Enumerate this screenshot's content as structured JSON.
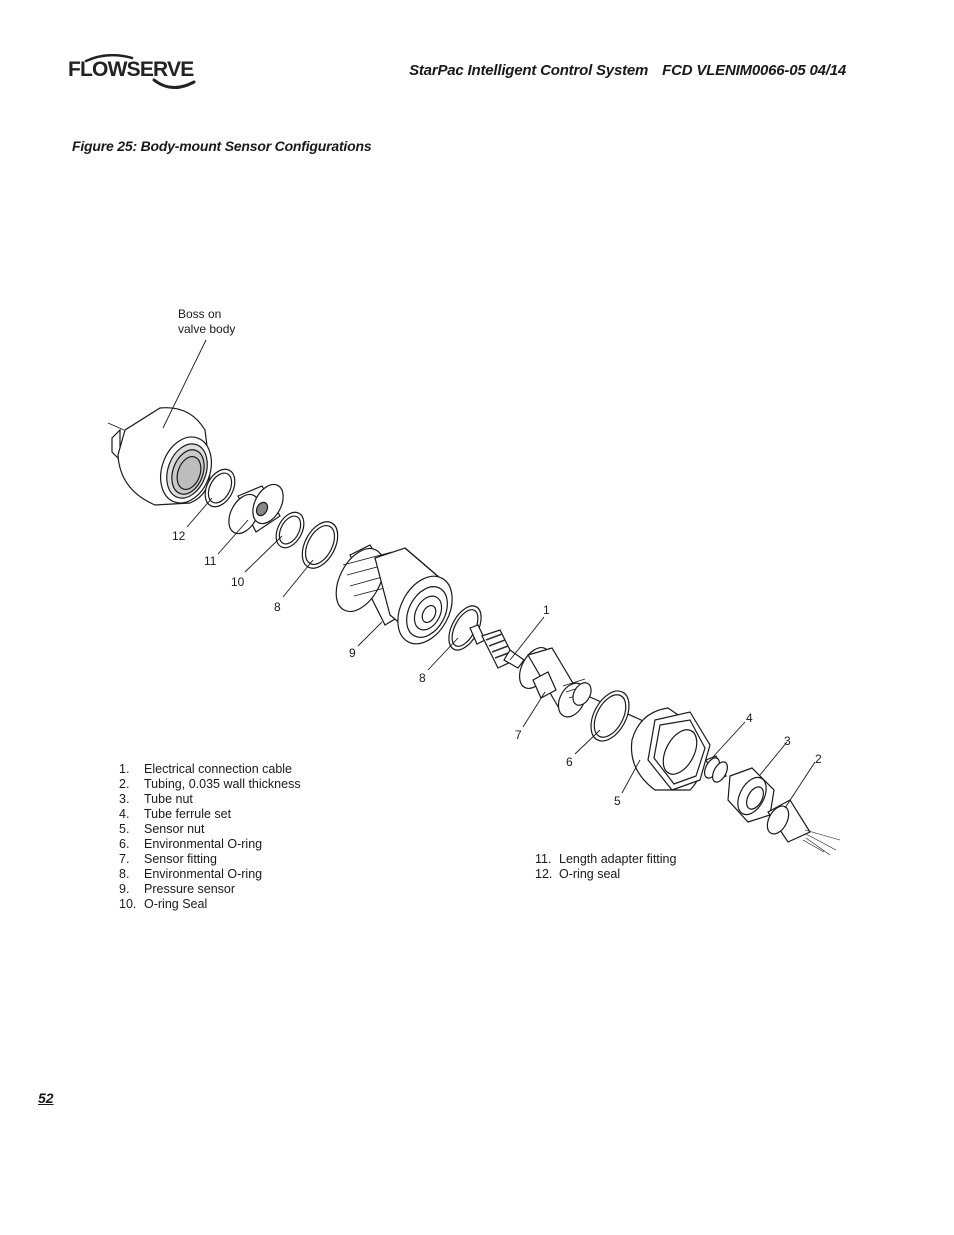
{
  "header": {
    "brand": "FLOWSERVE",
    "product": "StarPac Intelligent Control System",
    "doc_code": "FCD VLENIM0066-05 04/14"
  },
  "figure": {
    "caption": "Figure 25:  Body-mount Sensor Configurations"
  },
  "diagram": {
    "boss_label_line1": "Boss on",
    "boss_label_line2": "valve body",
    "callouts": [
      "12",
      "11",
      "10",
      "8",
      "9",
      "8",
      "1",
      "7",
      "6",
      "5",
      "4",
      "3",
      "2"
    ]
  },
  "parts_left": [
    {
      "num": "1.",
      "label": "Electrical connection cable"
    },
    {
      "num": "2.",
      "label": "Tubing, 0.035 wall thickness"
    },
    {
      "num": "3.",
      "label": "Tube nut"
    },
    {
      "num": "4.",
      "label": "Tube ferrule set"
    },
    {
      "num": "5.",
      "label": "Sensor nut"
    },
    {
      "num": "6.",
      "label": "Environmental O-ring"
    },
    {
      "num": "7.",
      "label": "Sensor fitting"
    },
    {
      "num": "8.",
      "label": "Environmental O-ring"
    },
    {
      "num": "9.",
      "label": "Pressure sensor"
    },
    {
      "num": "10.",
      "label": "O-ring Seal"
    }
  ],
  "parts_right": [
    {
      "num": "11.",
      "label": "Length adapter fitting"
    },
    {
      "num": "12.",
      "label": "O-ring seal"
    }
  ],
  "page_number": "52"
}
